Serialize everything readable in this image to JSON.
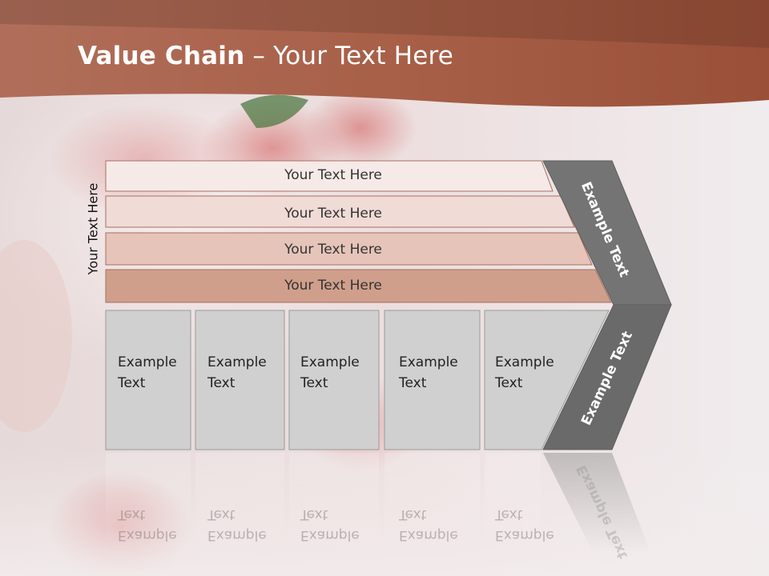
{
  "title": {
    "bold": "Value Chain",
    "rest": " – Your Text Here"
  },
  "side_label": "Your Text Here",
  "rows": [
    {
      "label": "Your Text Here",
      "fill": "#f6eae8"
    },
    {
      "label": "Your Text Here",
      "fill": "#f0dbd6"
    },
    {
      "label": "Your Text Here",
      "fill": "#e6c4b9"
    },
    {
      "label": "Your Text Here",
      "fill": "#d09f8c"
    }
  ],
  "columns": [
    {
      "line1": "Example",
      "line2": "Text"
    },
    {
      "line1": "Example",
      "line2": "Text"
    },
    {
      "line1": "Example",
      "line2": "Text"
    },
    {
      "line1": "Example",
      "line2": "Text"
    },
    {
      "line1": "Example",
      "line2": "Text"
    }
  ],
  "chevron": {
    "top_label": "Example Text",
    "bottom_label": "Example Text"
  },
  "colors": {
    "header": "#a86048",
    "column_fill": "#d0d0d0",
    "chevron_top": "#747474",
    "chevron_bottom": "#6a6a6a",
    "row_border": "#a86f60"
  }
}
